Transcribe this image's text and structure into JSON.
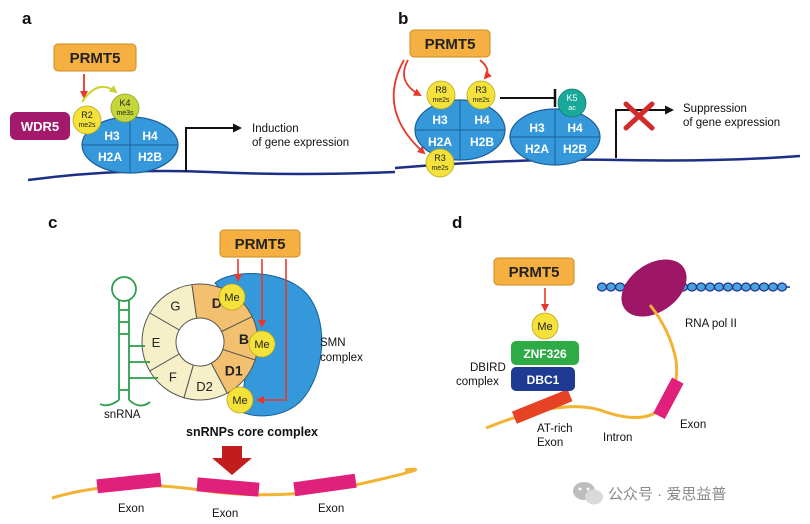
{
  "panels": {
    "a": {
      "label": "a",
      "prmt5": "PRMT5",
      "wdr5": "WDR5",
      "r2": {
        "top": "R2",
        "bottom": "me2s"
      },
      "k4": {
        "top": "K4",
        "bottom": "me3s"
      },
      "histones": [
        "H3",
        "H4",
        "H2A",
        "H2B"
      ],
      "induction": [
        "Induction",
        "of gene expression"
      ]
    },
    "b": {
      "label": "b",
      "prmt5": "PRMT5",
      "r8": {
        "top": "R8",
        "bottom": "me2s"
      },
      "r3_top": {
        "top": "R3",
        "bottom": "me2s"
      },
      "r3_bottom": {
        "top": "R3",
        "bottom": "me2s"
      },
      "k5": {
        "top": "K5",
        "bottom": "ac"
      },
      "histones_left": [
        "H3",
        "H4",
        "H2A",
        "H2B"
      ],
      "histones_right": [
        "H3",
        "H4",
        "H2A",
        "H2B"
      ],
      "suppression": [
        "Suppression",
        "of gene expression"
      ]
    },
    "c": {
      "label": "c",
      "prmt5": "PRMT5",
      "ring": [
        "G",
        "E",
        "F",
        "D2",
        "D1",
        "B",
        "D3"
      ],
      "me": "Me",
      "smn": [
        "SMN",
        "complex"
      ],
      "snrna": "snRNA",
      "core": "snRNPs core complex",
      "exons": [
        "Exon",
        "Exon",
        "Exon"
      ]
    },
    "d": {
      "label": "d",
      "prmt5": "PRMT5",
      "me": "Me",
      "znf": "ZNF326",
      "dbc1": "DBC1",
      "dbird": [
        "DBIRD",
        "complex"
      ],
      "atrich": [
        "AT-rich",
        "Exon"
      ],
      "intron": "Intron",
      "exon": "Exon",
      "rnapol": "RNA pol II"
    }
  },
  "watermark": "公众号 · 爱思益普",
  "colors": {
    "prmt5": "#f5b041",
    "histone": "#3498db",
    "circle": "#f4e23a",
    "wdr5": "#a3196b",
    "k5": "#1aa89a",
    "arrow": "#e8382b",
    "dna": "#1e2e86",
    "rna": "#f2b233",
    "exon": "#e0207a",
    "znf": "#2eab45",
    "dbc1": "#1e3a93",
    "atrich": "#e64325",
    "rnapol": "#9e1666"
  }
}
